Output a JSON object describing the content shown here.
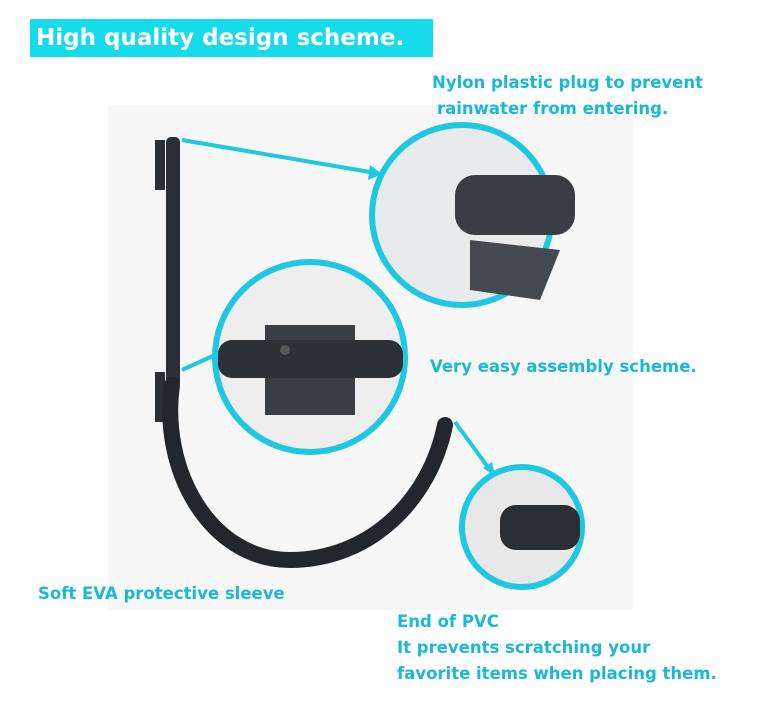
{
  "title": "High quality design scheme.",
  "labels": {
    "plug_line1": "Nylon plastic plug to prevent",
    "plug_line2": "rainwater from entering.",
    "assembly": "Very easy assembly scheme.",
    "sleeve": "Soft EVA protective sleeve",
    "pvc_line1": "End of PVC",
    "pvc_line2": "It prevents scratching your",
    "pvc_line3": "favorite items when placing them."
  },
  "colors": {
    "accent": "#17dbeb",
    "text": "#1bb8d6",
    "product": "#2b2e33"
  }
}
